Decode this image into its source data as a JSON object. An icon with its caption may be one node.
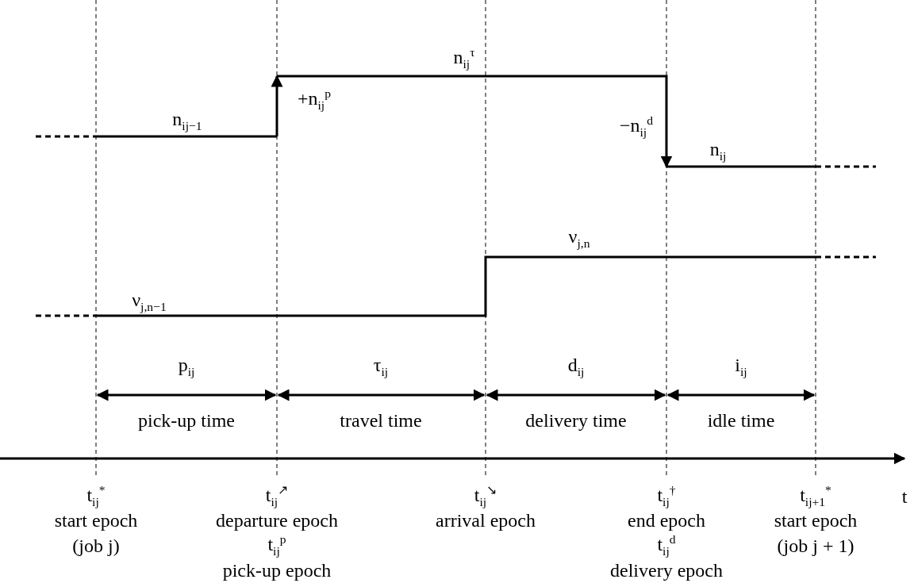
{
  "diagram": {
    "labels": [
      "n$_{ij}$$^{τ}$",
      "n$_{ij−1}$",
      "+n$_{ij}$$^{p}$",
      "−n$_{ij}$$^{d}$",
      "n$_{ij}$",
      "ν$_{j,n}$",
      "ν$_{j,n−1}$",
      "p$_{ij}$",
      "τ$_{ij}$",
      "d$_{ij}$",
      "i$_{ij}$",
      "pick-up time",
      "travel time",
      "delivery time",
      "idle time",
      "t",
      "t$_{ij}$$^{*}$",
      "t$_{ij}$$^{↗}$",
      "t$_{ij}$$^{↘}$",
      "t$_{ij}$$^{†}$",
      "t$_{ij+1}$$^{*}$",
      "start epoch",
      "departure epoch",
      "arrival epoch",
      "end epoch",
      "start epoch",
      "(job j)",
      "t$_{ij}$$^{p}$",
      "t$_{ij}$$^{d}$",
      "(job j + 1)",
      "pick-up epoch",
      "delivery epoch"
    ]
  }
}
